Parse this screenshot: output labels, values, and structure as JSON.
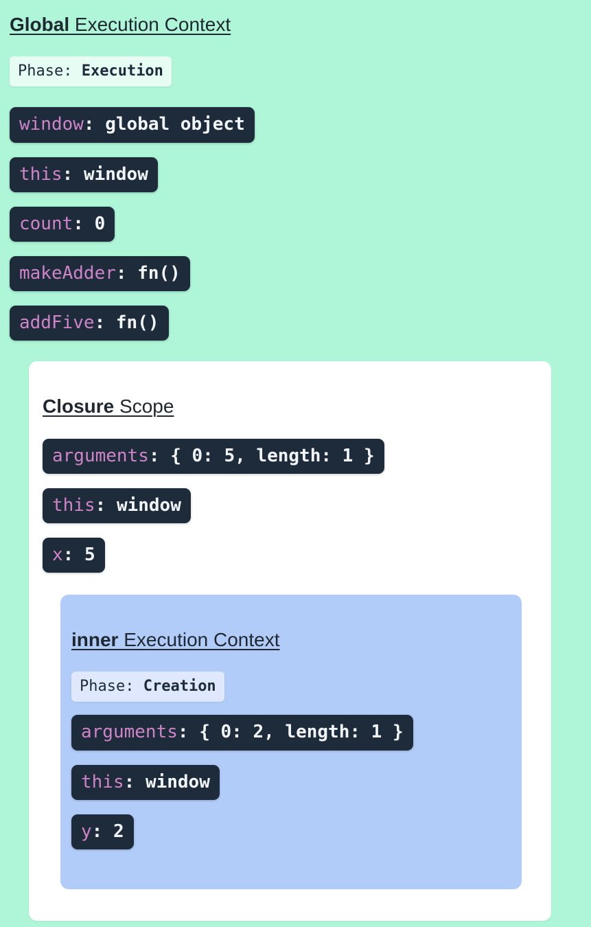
{
  "ui": {
    "separator": ": "
  },
  "colors": {
    "page_background": "#aef6d7",
    "badge_background": "#1e2b3a",
    "badge_key_pink": "#cf84c8",
    "badge_value_white": "#f2f6fa",
    "phase_badge_green_bg": "#e7fcf2",
    "phase_badge_blue_bg": "#dfe8fd",
    "phase_text": "#1e2b3a",
    "closure_card_bg": "#ffffff",
    "inner_card_bg": "#b2ccfa",
    "title_text": "#1f2730"
  },
  "global_context": {
    "title_bold": "Global",
    "title_rest": " Execution Context",
    "phase_label": "Phase: ",
    "phase_value": "Execution",
    "variables": [
      {
        "key": "window",
        "value": "global object"
      },
      {
        "key": "this",
        "value": "window"
      },
      {
        "key": "count",
        "value": "0"
      },
      {
        "key": "makeAdder",
        "value": "fn()"
      },
      {
        "key": "addFive",
        "value": "fn()"
      }
    ]
  },
  "closure_scope": {
    "title_bold": "Closure",
    "title_rest": " Scope",
    "variables": [
      {
        "key": "arguments",
        "value": "{ 0: 5, length: 1 }"
      },
      {
        "key": "this",
        "value": "window"
      },
      {
        "key": "x",
        "value": "5"
      }
    ]
  },
  "inner_context": {
    "title_bold": "inner",
    "title_rest": " Execution Context",
    "phase_label": "Phase: ",
    "phase_value": "Creation",
    "variables": [
      {
        "key": "arguments",
        "value": "{ 0: 2, length: 1 }"
      },
      {
        "key": "this",
        "value": "window"
      },
      {
        "key": "y",
        "value": "2"
      }
    ]
  }
}
